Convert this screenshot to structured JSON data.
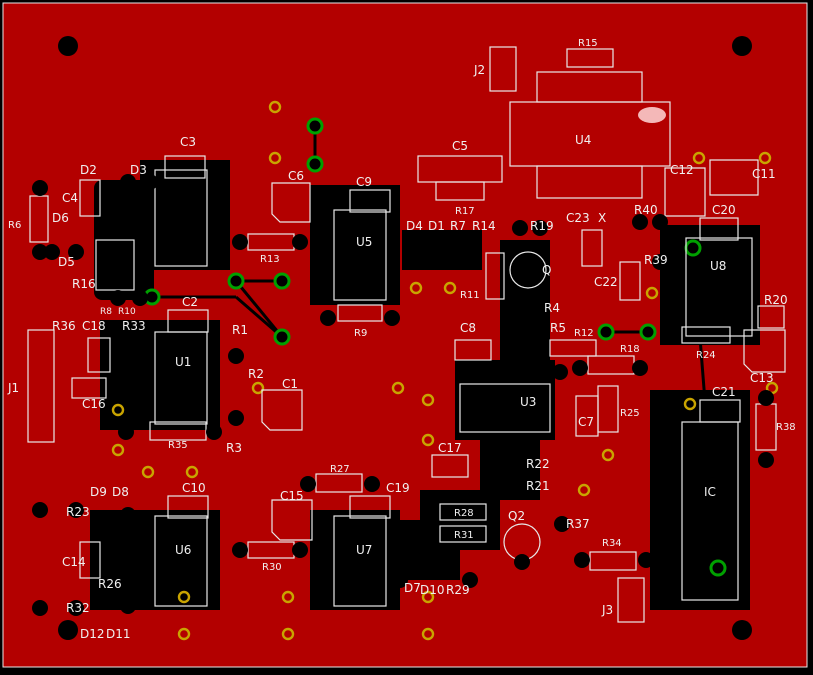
{
  "board": {
    "copper_color": "#b30000",
    "pad_color": "#000000",
    "silk_color": "#e8e8e8",
    "via_ring_color": "#c9a400",
    "jumper_color": "#00a000"
  },
  "labels": {
    "J2": "J2",
    "R15": "R15",
    "U4": "U4",
    "C3": "C3",
    "C5": "C5",
    "C12": "C12",
    "C11": "C11",
    "D2": "D2",
    "D3": "D3",
    "C4": "C4",
    "R6": "R6",
    "D6": "D6",
    "C6": "C6",
    "C9": "C9",
    "R17": "R17",
    "R19": "R19",
    "C23": "C23",
    "X": "X",
    "R40": "R40",
    "C20": "C20",
    "D5": "D5",
    "R16": "R16",
    "R13": "R13",
    "U5": "U5",
    "D4": "D4",
    "D1": "D1",
    "R7": "R7",
    "R14": "R14",
    "Q1": "Q",
    "R39": "R39",
    "C22": "C22",
    "U8": "U8",
    "R8": "R8",
    "R10": "R10",
    "C2": "C2",
    "R36": "R36",
    "C18": "C18",
    "R33": "R33",
    "R1": "R1",
    "U1": "U1",
    "R11": "R11",
    "R9": "R9",
    "R4": "R4",
    "R5": "R5",
    "R12": "R12",
    "R18": "R18",
    "C8": "C8",
    "R20": "R20",
    "R24": "R24",
    "C13": "C13",
    "J1": "J1",
    "R2": "R2",
    "C1": "C1",
    "C16": "C16",
    "U3": "U3",
    "C7": "C7",
    "R25": "R25",
    "C21": "C21",
    "R35": "R35",
    "R3": "R3",
    "R38": "R38",
    "C17": "C17",
    "R22": "R22",
    "IC": "IC",
    "R27": "R27",
    "D9": "D9",
    "D8": "D8",
    "C10": "C10",
    "C15": "C15",
    "C19": "C19",
    "R21": "R21",
    "R23": "R23",
    "R28": "R28",
    "Q2": "Q2",
    "R37": "R37",
    "U6": "U6",
    "U7": "U7",
    "R31": "R31",
    "C14": "C14",
    "R34": "R34",
    "R26": "R26",
    "R30": "R30",
    "D7": "D7",
    "D10": "D10",
    "R29": "R29",
    "J3": "J3",
    "R32": "R32",
    "D12": "D12",
    "D11": "D11"
  }
}
